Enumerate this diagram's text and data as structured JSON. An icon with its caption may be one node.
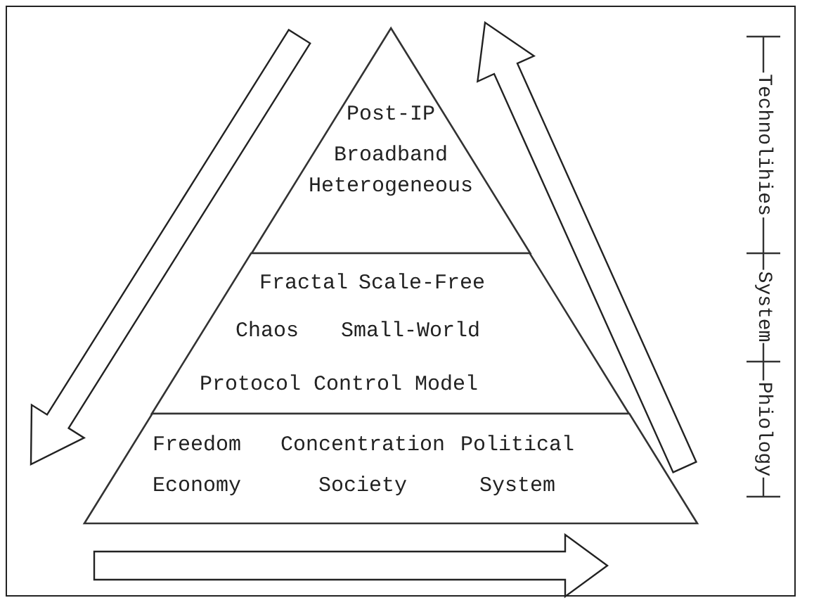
{
  "diagram": {
    "nodes": [
      {
        "text": [
          "Post-IP",
          "Broadband",
          "Heterogeneous"
        ]
      },
      {
        "text": [
          "Fractal",
          "Scale-Free",
          "Chaos",
          "Small-World",
          "Protocol Control Model"
        ]
      },
      {
        "text": [
          "Freedom Economy",
          "Concentration Society",
          "Political System"
        ]
      }
    ],
    "edges": [],
    "labels": [
      "Technolihies",
      "System",
      "Phiology"
    ]
  }
}
